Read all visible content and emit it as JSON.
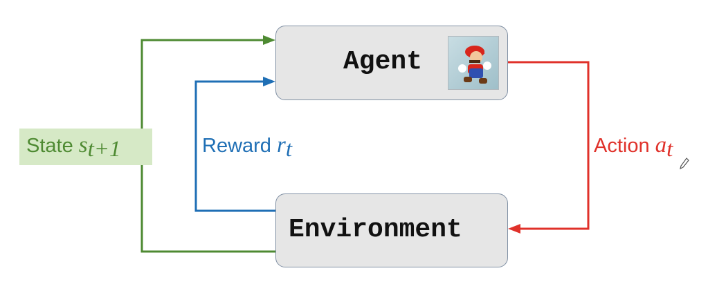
{
  "agent": {
    "title": "Agent",
    "avatar_icon": "mario-icon"
  },
  "environment": {
    "title": "Environment"
  },
  "state": {
    "word": "State",
    "symbol": "s",
    "subscript": "t+1",
    "color": "#4e8a32",
    "bg_color": "#d6e9c6"
  },
  "reward": {
    "word": "Reward",
    "symbol": "r",
    "subscript": "t",
    "color": "#1f6fb5"
  },
  "action": {
    "word": "Action",
    "symbol": "a",
    "subscript": "t",
    "color": "#e0312a"
  },
  "cursor_icon": "pencil-icon"
}
